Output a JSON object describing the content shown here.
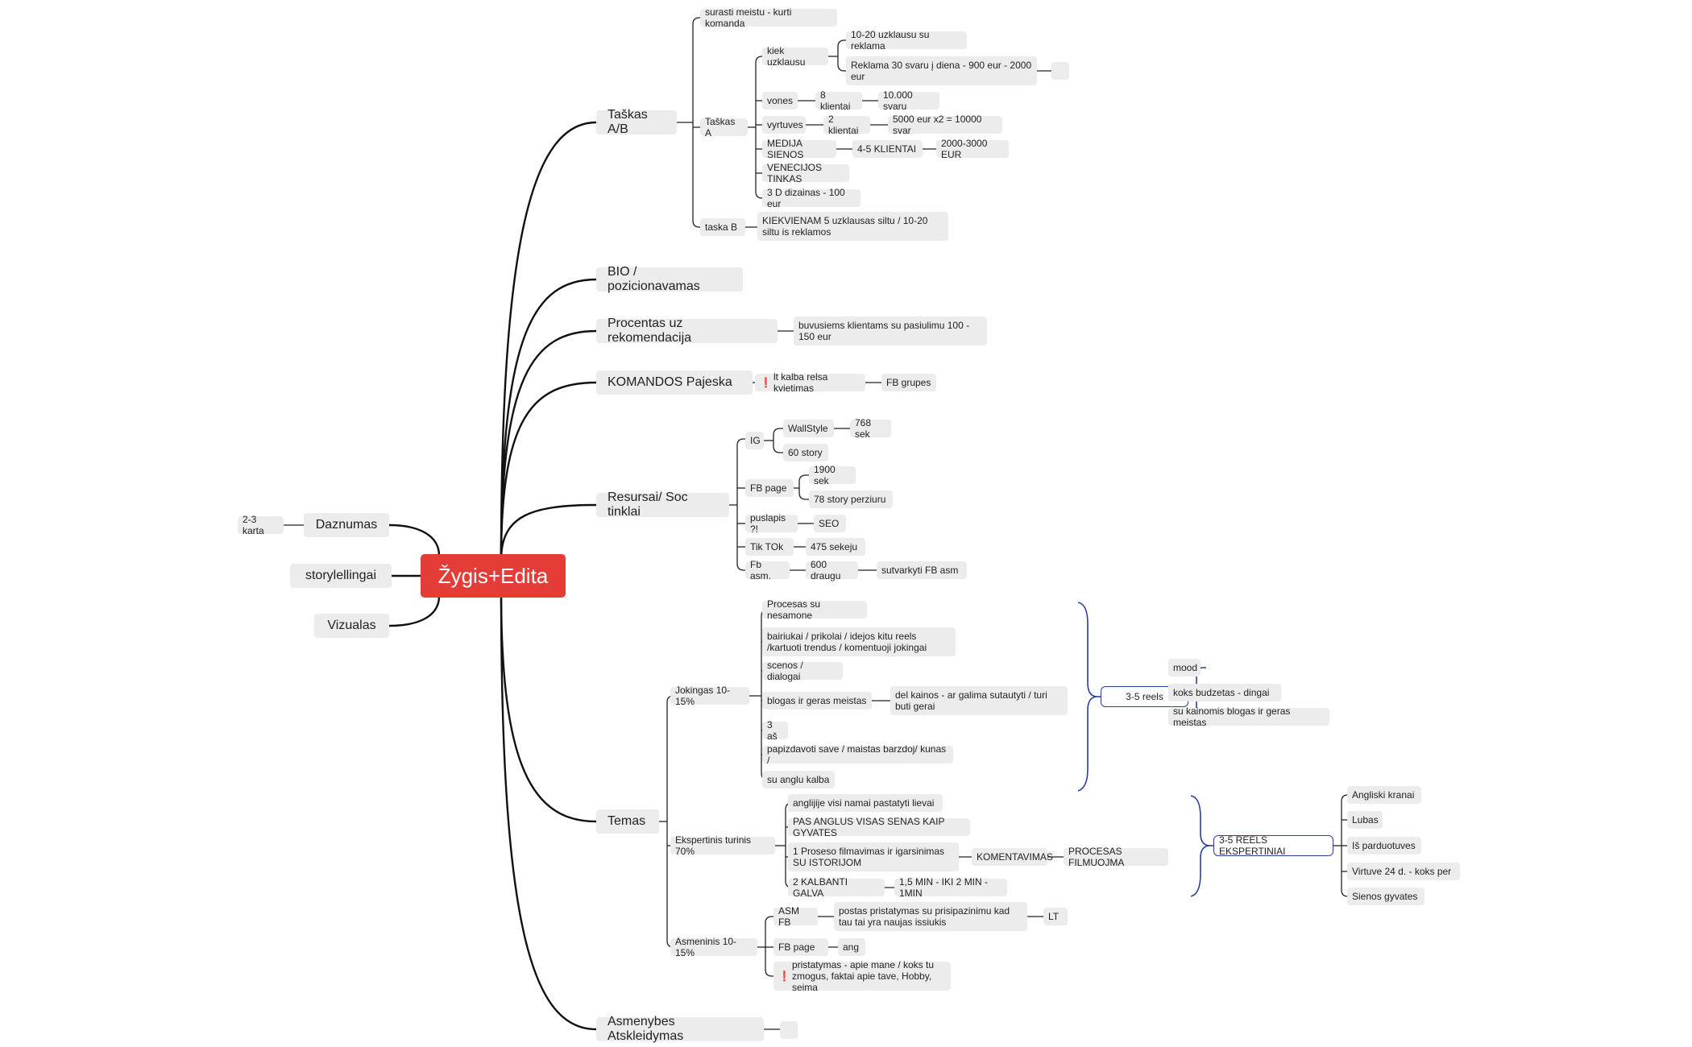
{
  "root": {
    "title": "Žygis+Edita"
  },
  "left": {
    "daznumas": "Daznumas",
    "daznumas_value": "2-3 karta",
    "storytelling": "storylellingai",
    "vizualas": "Vizualas"
  },
  "taskas": {
    "title": "Taškas A/B",
    "surasti": "surasti meistu - kurti komanda",
    "a": "Taškas A",
    "kiek": "kiek uzklausu",
    "uzkl1": "10-20 uzklausu su reklama",
    "uzkl2": "Reklama 30 svaru į diena - 900 eur - 2000 eur",
    "vones": "vones",
    "vones_k": "8 klientai",
    "vones_s": "10.000 svaru",
    "vyrt": "vyrtuves",
    "vyrt_k": "2 klientai",
    "vyrt_s": "5000 eur x2 = 10000 svar",
    "medija": "MEDIJA SIENOS",
    "medija_k": "4-5 KLIENTAI",
    "medija_s": "2000-3000 EUR",
    "venec": "VENECIJOS TINKAS",
    "dizainas": "3 D dizainas - 100 eur",
    "b": "taska B",
    "b_text": "KIEKVIENAM 5 uzklausas siltu / 10-20 siltu is reklamos"
  },
  "bio": {
    "title": "BIO / pozicionavamas"
  },
  "proc": {
    "title": "Procentas uz rekomendacija",
    "text": "buvusiems klientams su pasiulimu 100 - 150 eur"
  },
  "komandos": {
    "title": "KOMANDOS Pajeska",
    "warn": "❗",
    "text": "lt kalba relsa kvietimas",
    "fb": "FB grupes"
  },
  "res": {
    "title": "Resursai/ Soc tinklai",
    "ig": "IG",
    "wall": "WallStyle",
    "wall_sek": "768 sek",
    "story": "60 story",
    "fbpage": "FB page",
    "fb_sek": "1900 sek",
    "fb_story": "78 story perziuru",
    "puslapis": "puslapis ?!",
    "seo": "SEO",
    "tiktok": "Tik TOk",
    "tiktok_sek": "475 sekeju",
    "fbasm": "Fb asm.",
    "draugu": "600 draugu",
    "sutvarkyti": "sutvarkyti FB asm"
  },
  "temas": {
    "title": "Temas",
    "jok": "Jokingas 10-15%",
    "j1": "Procesas su nesamone",
    "j2": "bairiukai / prikolai / idejos kitu reels /kartuoti trendus / komentuoji jokingai",
    "j3": "scenos / dialogai",
    "j4": "blogas ir geras meistas",
    "j4b": "del kainos - ar galima sutautyti / turi buti gerai",
    "j5": "3 aš",
    "j6": "papizdavoti save / maistas barzdoj/ kunas /",
    "j7": "su anglu kalba",
    "reels": "3-5 reels",
    "r1": "mood",
    "r2": "koks budzetas - dingai",
    "r3": "su kainomis blogas ir geras meistas",
    "eks": "Ekspertinis turinis 70%",
    "e1": "anglijije visi namai pastatyti lievai",
    "e2": "PAS ANGLUS VISAS SENAS KAIP GYVATES",
    "e3": "1 Proseso filmavimas ir igarsinimas SU ISTORIJOM",
    "e3b": "KOMENTAVIMAS",
    "e3c": "PROCESAS FILMUOJMA",
    "e4": "2 KALBANTI GALVA",
    "e4b": "1,5 MIN - IKI 2 MIN - 1MIN",
    "ereels": "3-5 REELS EKSPERTINIAI",
    "er1": "Angliski kranai",
    "er2": "Lubas",
    "er3": "Iš parduotuves",
    "er4": "Virtuve 24 d. - koks per",
    "er5": "Sienos gyvates",
    "asm": "Asmeninis 10-15%",
    "a1": "ASM FB",
    "a1b": "postas pristatymas su prisipazinimu kad tau tai yra naujas issiukis",
    "a1c": "LT",
    "a2": "FB page",
    "a2b": "ang",
    "a3warn": "❗",
    "a3": "pristatymas - apie mane / koks tu zmogus, faktai apie tave, Hobby, seima"
  },
  "asmenybes": {
    "title": "Asmenybes Atskleidymas"
  }
}
